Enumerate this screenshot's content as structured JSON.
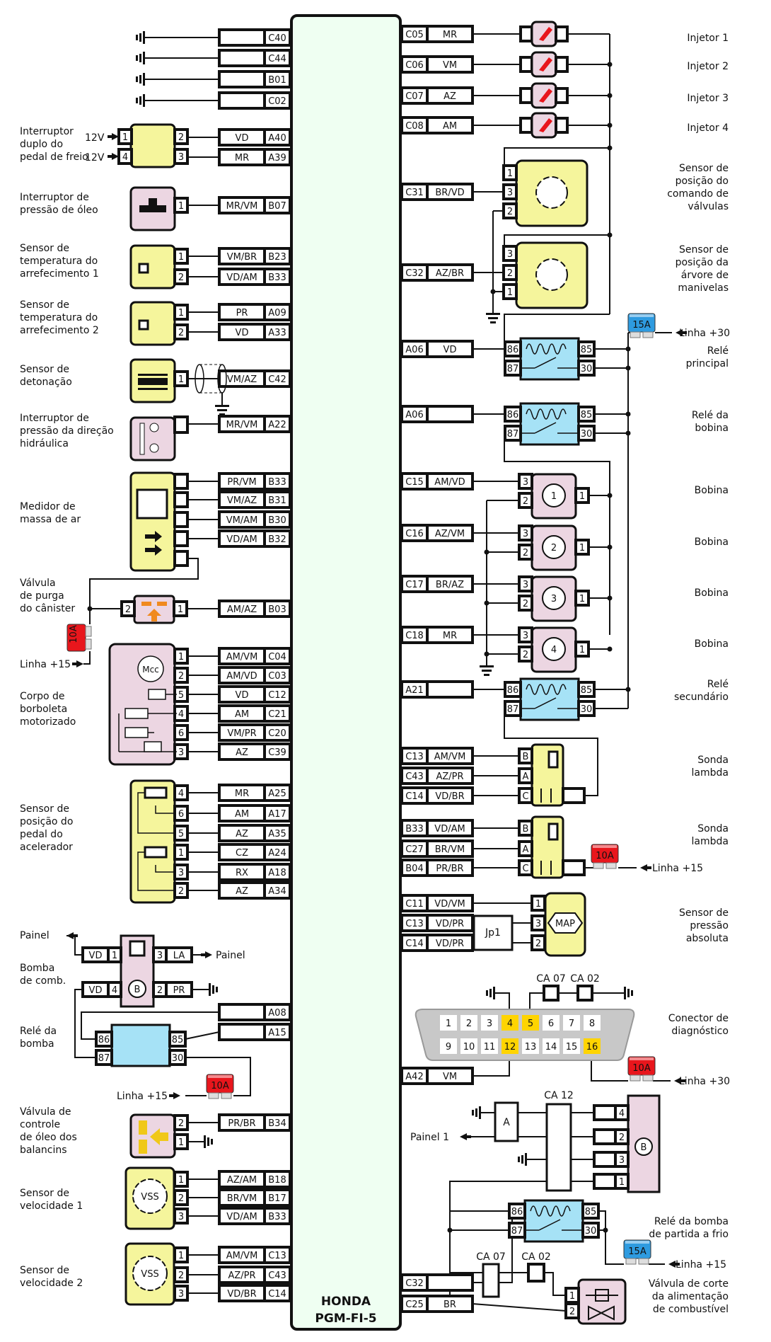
{
  "ecu": {
    "title_line1": "HONDA",
    "title_line2": "PGM-FI-5"
  },
  "colors": {
    "ecu_fill": "#effff2",
    "sensor_yellow": "#f5f59c",
    "actuator_pink": "#ecd6e2",
    "relay_blue": "#a6e2f6",
    "fuse_red": "#e8161c",
    "fuse_blue": "#2e9be0",
    "obd_highlight": "#ffd400",
    "obd_body": "#c8c8c8"
  },
  "left_pins": [
    {
      "pin": "C40",
      "wire": "",
      "group": "ground"
    },
    {
      "pin": "C44",
      "wire": "",
      "group": "ground"
    },
    {
      "pin": "B01",
      "wire": "",
      "group": "ground"
    },
    {
      "pin": "C02",
      "wire": "",
      "group": "ground"
    },
    {
      "pin": "A40",
      "wire": "VD",
      "group": "brake-switch",
      "comp_pin": "2"
    },
    {
      "pin": "A39",
      "wire": "MR",
      "group": "brake-switch",
      "comp_pin": "3"
    },
    {
      "pin": "B07",
      "wire": "MR/VM",
      "group": "oil-pressure-switch",
      "comp_pin": "1"
    },
    {
      "pin": "B23",
      "wire": "VM/BR",
      "group": "coolant-temp-1",
      "comp_pin": "1"
    },
    {
      "pin": "B33",
      "wire": "VD/AM",
      "group": "coolant-temp-1",
      "comp_pin": "2"
    },
    {
      "pin": "A09",
      "wire": "PR",
      "group": "coolant-temp-2",
      "comp_pin": "1"
    },
    {
      "pin": "A33",
      "wire": "VD",
      "group": "coolant-temp-2",
      "comp_pin": "2"
    },
    {
      "pin": "C42",
      "wire": "VM/AZ",
      "group": "knock-sensor",
      "comp_pin": "1"
    },
    {
      "pin": "A22",
      "wire": "MR/VM",
      "group": "power-steering-switch",
      "comp_pin": ""
    },
    {
      "pin": "B33",
      "wire": "PR/VM",
      "group": "maf",
      "comp_pin": ""
    },
    {
      "pin": "B31",
      "wire": "VM/AZ",
      "group": "maf",
      "comp_pin": ""
    },
    {
      "pin": "B30",
      "wire": "VM/AM",
      "group": "maf",
      "comp_pin": ""
    },
    {
      "pin": "B32",
      "wire": "VD/AM",
      "group": "maf",
      "comp_pin": ""
    },
    {
      "pin": "B03",
      "wire": "AM/AZ",
      "group": "purge-valve",
      "comp_pin": "1"
    },
    {
      "pin": "C04",
      "wire": "AM/VM",
      "group": "throttle-body",
      "comp_pin": "1"
    },
    {
      "pin": "C03",
      "wire": "AM/VD",
      "group": "throttle-body",
      "comp_pin": "2"
    },
    {
      "pin": "C12",
      "wire": "VD",
      "group": "throttle-body",
      "comp_pin": "5"
    },
    {
      "pin": "C21",
      "wire": "AM",
      "group": "throttle-body",
      "comp_pin": "4"
    },
    {
      "pin": "C20",
      "wire": "VM/PR",
      "group": "throttle-body",
      "comp_pin": "6"
    },
    {
      "pin": "C39",
      "wire": "AZ",
      "group": "throttle-body",
      "comp_pin": "3"
    },
    {
      "pin": "A25",
      "wire": "MR",
      "group": "pedal-sensor",
      "comp_pin": "4"
    },
    {
      "pin": "A17",
      "wire": "AM",
      "group": "pedal-sensor",
      "comp_pin": "6"
    },
    {
      "pin": "A35",
      "wire": "AZ",
      "group": "pedal-sensor",
      "comp_pin": "5"
    },
    {
      "pin": "A24",
      "wire": "CZ",
      "group": "pedal-sensor",
      "comp_pin": "1"
    },
    {
      "pin": "A18",
      "wire": "RX",
      "group": "pedal-sensor",
      "comp_pin": "3"
    },
    {
      "pin": "A34",
      "wire": "AZ",
      "group": "pedal-sensor",
      "comp_pin": "2"
    },
    {
      "pin": "A08",
      "wire": "",
      "group": "pump-relay",
      "comp_pin": "86"
    },
    {
      "pin": "A15",
      "wire": "",
      "group": "pump-relay",
      "comp_pin": "85"
    },
    {
      "pin": "B34",
      "wire": "PR/BR",
      "group": "rocker-oil-valve",
      "comp_pin": "2"
    },
    {
      "pin": "B18",
      "wire": "AZ/AM",
      "group": "vss-1",
      "comp_pin": "1"
    },
    {
      "pin": "B17",
      "wire": "BR/VM",
      "group": "vss-1",
      "comp_pin": "2"
    },
    {
      "pin": "B33",
      "wire": "VD/AM",
      "group": "vss-1",
      "comp_pin": "3"
    },
    {
      "pin": "C13",
      "wire": "AM/VM",
      "group": "vss-2",
      "comp_pin": "1"
    },
    {
      "pin": "C43",
      "wire": "AZ/PR",
      "group": "vss-2",
      "comp_pin": "2"
    },
    {
      "pin": "C14",
      "wire": "VD/BR",
      "group": "vss-2",
      "comp_pin": "3"
    }
  ],
  "right_pins": [
    {
      "pin": "C05",
      "wire": "MR",
      "group": "injector-1"
    },
    {
      "pin": "C06",
      "wire": "VM",
      "group": "injector-2"
    },
    {
      "pin": "C07",
      "wire": "AZ",
      "group": "injector-3"
    },
    {
      "pin": "C08",
      "wire": "AM",
      "group": "injector-4"
    },
    {
      "pin": "C31",
      "wire": "BR/VD",
      "group": "cam-sensor",
      "comp_pin": "3"
    },
    {
      "pin": "C32",
      "wire": "AZ/BR",
      "group": "crank-sensor",
      "comp_pin": "2"
    },
    {
      "pin": "A06",
      "wire": "VD",
      "group": "main-relay",
      "comp_pin": "86"
    },
    {
      "pin": "A06",
      "wire": "",
      "group": "coil-relay",
      "comp_pin": "86"
    },
    {
      "pin": "C15",
      "wire": "AM/VD",
      "group": "coil-1",
      "comp_pin": "3"
    },
    {
      "pin": "C16",
      "wire": "AZ/VM",
      "group": "coil-2",
      "comp_pin": "3"
    },
    {
      "pin": "C17",
      "wire": "BR/AZ",
      "group": "coil-3",
      "comp_pin": "3"
    },
    {
      "pin": "C18",
      "wire": "MR",
      "group": "coil-4",
      "comp_pin": "3"
    },
    {
      "pin": "A21",
      "wire": "",
      "group": "secondary-relay",
      "comp_pin": "86"
    },
    {
      "pin": "C13",
      "wire": "AM/VM",
      "group": "lambda-1",
      "comp_pin": "B"
    },
    {
      "pin": "C43",
      "wire": "AZ/PR",
      "group": "lambda-1",
      "comp_pin": "A"
    },
    {
      "pin": "C14",
      "wire": "VD/BR",
      "group": "lambda-1",
      "comp_pin": "C"
    },
    {
      "pin": "B33",
      "wire": "VD/AM",
      "group": "lambda-2",
      "comp_pin": "B"
    },
    {
      "pin": "C27",
      "wire": "BR/VM",
      "group": "lambda-2",
      "comp_pin": "A"
    },
    {
      "pin": "B04",
      "wire": "PR/BR",
      "group": "lambda-2",
      "comp_pin": "C"
    },
    {
      "pin": "C11",
      "wire": "VD/VM",
      "group": "map-sensor",
      "comp_pin": "1"
    },
    {
      "pin": "C13",
      "wire": "VD/PR",
      "group": "map-sensor",
      "comp_pin": "3"
    },
    {
      "pin": "C14",
      "wire": "VD/PR",
      "group": "map-sensor",
      "comp_pin": "2"
    },
    {
      "pin": "A42",
      "wire": "VM",
      "group": "obd"
    },
    {
      "pin": "C32",
      "wire": "",
      "group": "cutoff-valve"
    },
    {
      "pin": "C25",
      "wire": "BR",
      "group": "cutoff-valve",
      "comp_pin": "2"
    }
  ],
  "left_labels": [
    {
      "id": "brake-switch",
      "lines": [
        "Interruptor",
        "duplo do",
        "pedal de freio"
      ]
    },
    {
      "id": "oil-pressure-switch",
      "lines": [
        "Interruptor de",
        "pressão de óleo"
      ]
    },
    {
      "id": "coolant-temp-1",
      "lines": [
        "Sensor de",
        "temperatura do",
        "arrefecimento 1"
      ]
    },
    {
      "id": "coolant-temp-2",
      "lines": [
        "Sensor de",
        "temperatura do",
        "arrefecimento 2"
      ]
    },
    {
      "id": "knock-sensor",
      "lines": [
        "Sensor de",
        "detonação"
      ]
    },
    {
      "id": "power-steering-switch",
      "lines": [
        "Interruptor de",
        "pressão da direção",
        "hidráulica"
      ]
    },
    {
      "id": "maf",
      "lines": [
        "Medidor de",
        "massa de ar"
      ]
    },
    {
      "id": "purge-valve",
      "lines": [
        "Válvula",
        "de purga",
        "do cânister"
      ]
    },
    {
      "id": "throttle-body",
      "lines": [
        "Corpo de",
        "borboleta",
        "motorizado"
      ]
    },
    {
      "id": "pedal-sensor",
      "lines": [
        "Sensor de",
        "posição do",
        "pedal do",
        "acelerador"
      ]
    },
    {
      "id": "fuel-pump",
      "lines": [
        "Bomba",
        "de comb."
      ]
    },
    {
      "id": "pump-relay",
      "lines": [
        "Relé da",
        "bomba"
      ]
    },
    {
      "id": "rocker-oil-valve",
      "lines": [
        "Válvula de",
        "controle",
        "de óleo dos",
        "balancins"
      ]
    },
    {
      "id": "vss-1",
      "lines": [
        "Sensor de",
        "velocidade 1"
      ]
    },
    {
      "id": "vss-2",
      "lines": [
        "Sensor de",
        "velocidade 2"
      ]
    }
  ],
  "right_labels": [
    {
      "id": "injector-1",
      "lines": [
        "Injetor 1"
      ]
    },
    {
      "id": "injector-2",
      "lines": [
        "Injetor 2"
      ]
    },
    {
      "id": "injector-3",
      "lines": [
        "Injetor 3"
      ]
    },
    {
      "id": "injector-4",
      "lines": [
        "Injetor 4"
      ]
    },
    {
      "id": "cam-sensor",
      "lines": [
        "Sensor de",
        "posição do",
        "comando de",
        "válvulas"
      ]
    },
    {
      "id": "crank-sensor",
      "lines": [
        "Sensor de",
        "posição da",
        "árvore de",
        "manivelas"
      ]
    },
    {
      "id": "main-relay",
      "lines": [
        "Relé",
        "principal"
      ]
    },
    {
      "id": "coil-relay",
      "lines": [
        "Relé da",
        "bobina"
      ]
    },
    {
      "id": "coil-1",
      "lines": [
        "Bobina"
      ]
    },
    {
      "id": "coil-2",
      "lines": [
        "Bobina"
      ]
    },
    {
      "id": "coil-3",
      "lines": [
        "Bobina"
      ]
    },
    {
      "id": "coil-4",
      "lines": [
        "Bobina"
      ]
    },
    {
      "id": "secondary-relay",
      "lines": [
        "Relé",
        "secundário"
      ]
    },
    {
      "id": "lambda-1",
      "lines": [
        "Sonda",
        "lambda"
      ]
    },
    {
      "id": "lambda-2",
      "lines": [
        "Sonda",
        "lambda"
      ]
    },
    {
      "id": "map-sensor",
      "lines": [
        "Sensor de",
        "pressão",
        "absoluta"
      ]
    },
    {
      "id": "obd",
      "lines": [
        "Conector de",
        "diagnóstico"
      ]
    },
    {
      "id": "cold-start-relay",
      "lines": [
        "Relé da bomba",
        "de partida a frio"
      ]
    },
    {
      "id": "cutoff-valve",
      "lines": [
        "Válvula de corte",
        "da alimentação",
        "de combustível"
      ]
    }
  ],
  "relay_pins": {
    "coil_in": "86",
    "coil_out": "85",
    "nc": "87",
    "com": "30"
  },
  "coils": [
    "1",
    "2",
    "3",
    "4"
  ],
  "lambda_pins": [
    "B",
    "A",
    "C"
  ],
  "map": {
    "label": "MAP",
    "pins": [
      "1",
      "3",
      "2"
    ],
    "jumper": "Jp1"
  },
  "mcc_label": "Mcc",
  "vss_label": "VSS",
  "pump_symbol": "B",
  "brake_switch": {
    "supply": "12V",
    "in_pins": [
      "1",
      "4"
    ],
    "out_pins": [
      "2",
      "3"
    ]
  },
  "fuel_pump": {
    "top": {
      "wire_l": "VD",
      "pin_l": "1",
      "pin_r": "3",
      "wire_r": "LA"
    },
    "bottom": {
      "wire_l": "VD",
      "pin_l": "4",
      "pin_r": "2",
      "wire_r": "PR"
    },
    "panel_label": "Painel"
  },
  "fuses": [
    {
      "id": "fuse-main",
      "rating": "15A",
      "color": "blue",
      "line": "Linha +30"
    },
    {
      "id": "fuse-purge",
      "rating": "10A",
      "color": "red",
      "line": "Linha +15"
    },
    {
      "id": "fuse-lambda",
      "rating": "10A",
      "color": "red",
      "line": "Linha +15"
    },
    {
      "id": "fuse-pump",
      "rating": "10A",
      "color": "red",
      "line": "Linha +15"
    },
    {
      "id": "fuse-obd",
      "rating": "10A",
      "color": "red",
      "line": "Linha +30"
    },
    {
      "id": "fuse-coldstart",
      "rating": "15A",
      "color": "blue",
      "line": "Linha +15"
    }
  ],
  "obd": {
    "row1": [
      "1",
      "2",
      "3",
      "4",
      "5",
      "6",
      "7",
      "8"
    ],
    "row2": [
      "9",
      "10",
      "11",
      "12",
      "13",
      "14",
      "15",
      "16"
    ],
    "highlighted": [
      "4",
      "5",
      "12",
      "16"
    ],
    "ca07": "CA 07",
    "ca02": "CA 02"
  },
  "cold_start": {
    "ca12": "CA 12",
    "amp": "A",
    "panel": "Painel 1",
    "pump_pins": [
      "4",
      "2",
      "3",
      "1"
    ],
    "ca07": "CA 07",
    "ca02": "CA 02",
    "valve_pins": [
      "1",
      "2"
    ]
  }
}
